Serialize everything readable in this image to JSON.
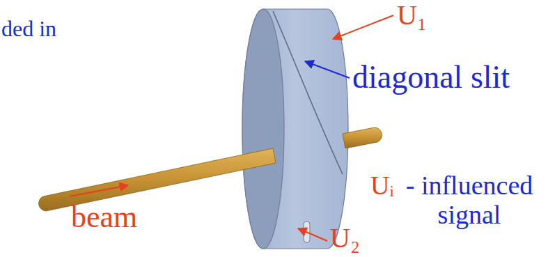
{
  "diagram": {
    "labels": [
      "ded in",
      "U₁",
      "diagonal slit",
      "beam",
      "Uᵢ",
      "- influenced signal",
      "U₂"
    ]
  }
}
